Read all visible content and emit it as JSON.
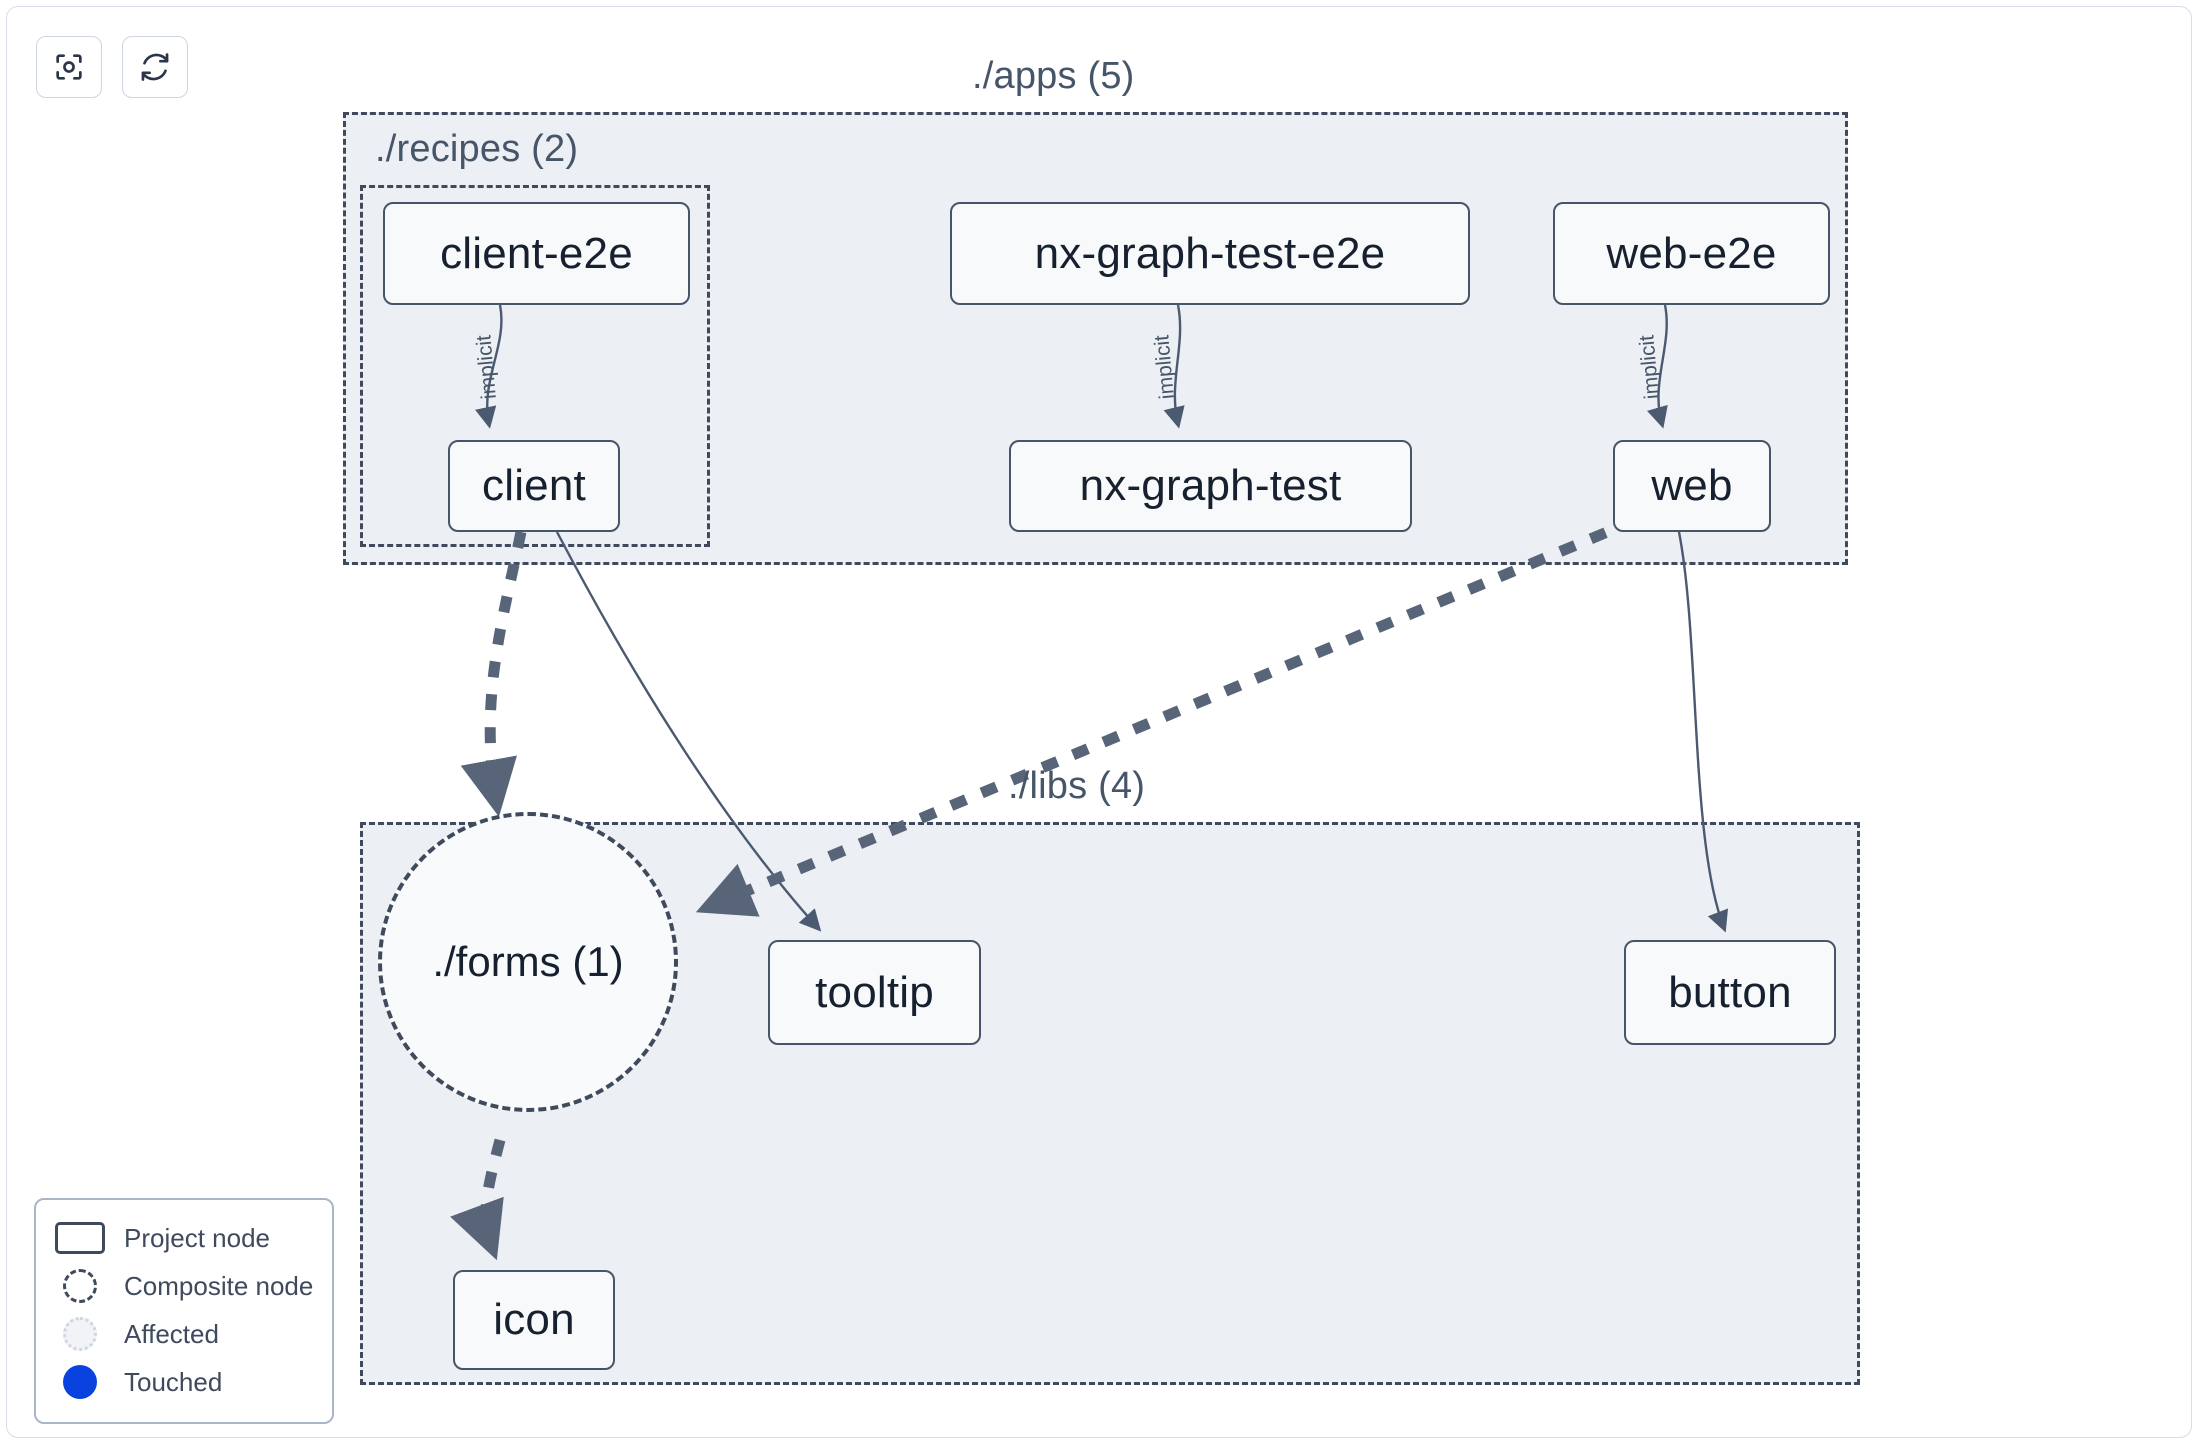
{
  "toolbar": {
    "buttons": [
      {
        "name": "focus-graph-button",
        "icon": "focus-target-icon",
        "title": "Focus graph"
      },
      {
        "name": "refresh-graph-button",
        "icon": "refresh-icon",
        "title": "Refresh graph"
      }
    ]
  },
  "groups": [
    {
      "id": "apps",
      "label": "./apps (5)",
      "count": 5
    },
    {
      "id": "recipes",
      "label": "./recipes (2)",
      "count": 2
    },
    {
      "id": "libs",
      "label": "./libs (4)",
      "count": 4
    }
  ],
  "nodes": [
    {
      "id": "client-e2e",
      "label": "client-e2e",
      "type": "project",
      "group": "recipes"
    },
    {
      "id": "client",
      "label": "client",
      "type": "project",
      "group": "recipes"
    },
    {
      "id": "nx-graph-test-e2e",
      "label": "nx-graph-test-e2e",
      "type": "project",
      "group": "apps"
    },
    {
      "id": "nx-graph-test",
      "label": "nx-graph-test",
      "type": "project",
      "group": "apps"
    },
    {
      "id": "web-e2e",
      "label": "web-e2e",
      "type": "project",
      "group": "apps"
    },
    {
      "id": "web",
      "label": "web",
      "type": "project",
      "group": "apps"
    },
    {
      "id": "forms",
      "label": "./forms (1)",
      "type": "composite",
      "group": "libs"
    },
    {
      "id": "tooltip",
      "label": "tooltip",
      "type": "project",
      "group": "libs"
    },
    {
      "id": "button",
      "label": "button",
      "type": "project",
      "group": "libs"
    },
    {
      "id": "icon",
      "label": "icon",
      "type": "project",
      "group": "libs"
    }
  ],
  "edges": [
    {
      "from": "client-e2e",
      "to": "client",
      "label": "implicit",
      "style": "solid"
    },
    {
      "from": "nx-graph-test-e2e",
      "to": "nx-graph-test",
      "label": "implicit",
      "style": "solid"
    },
    {
      "from": "web-e2e",
      "to": "web",
      "label": "implicit",
      "style": "solid"
    },
    {
      "from": "client",
      "to": "forms",
      "label": "",
      "style": "dashed"
    },
    {
      "from": "client",
      "to": "tooltip",
      "label": "",
      "style": "solid"
    },
    {
      "from": "web",
      "to": "forms",
      "label": "",
      "style": "dashed"
    },
    {
      "from": "web",
      "to": "button",
      "label": "",
      "style": "solid"
    },
    {
      "from": "forms",
      "to": "icon",
      "label": "",
      "style": "dashed"
    }
  ],
  "legend": {
    "items": [
      {
        "swatch": "project-node-swatch",
        "label": "Project node"
      },
      {
        "swatch": "composite-node-swatch",
        "label": "Composite node"
      },
      {
        "swatch": "affected-swatch",
        "label": "Affected"
      },
      {
        "swatch": "touched-swatch",
        "label": "Touched"
      }
    ]
  },
  "colors": {
    "group_fill": "#eceff4",
    "group_border": "#3f4a5c",
    "node_fill": "#f7f9fb",
    "node_border": "#475569",
    "node_text": "#16202e",
    "edge": "#4b5a70",
    "touched": "#0a42e0",
    "canvas": "#ffffff"
  }
}
